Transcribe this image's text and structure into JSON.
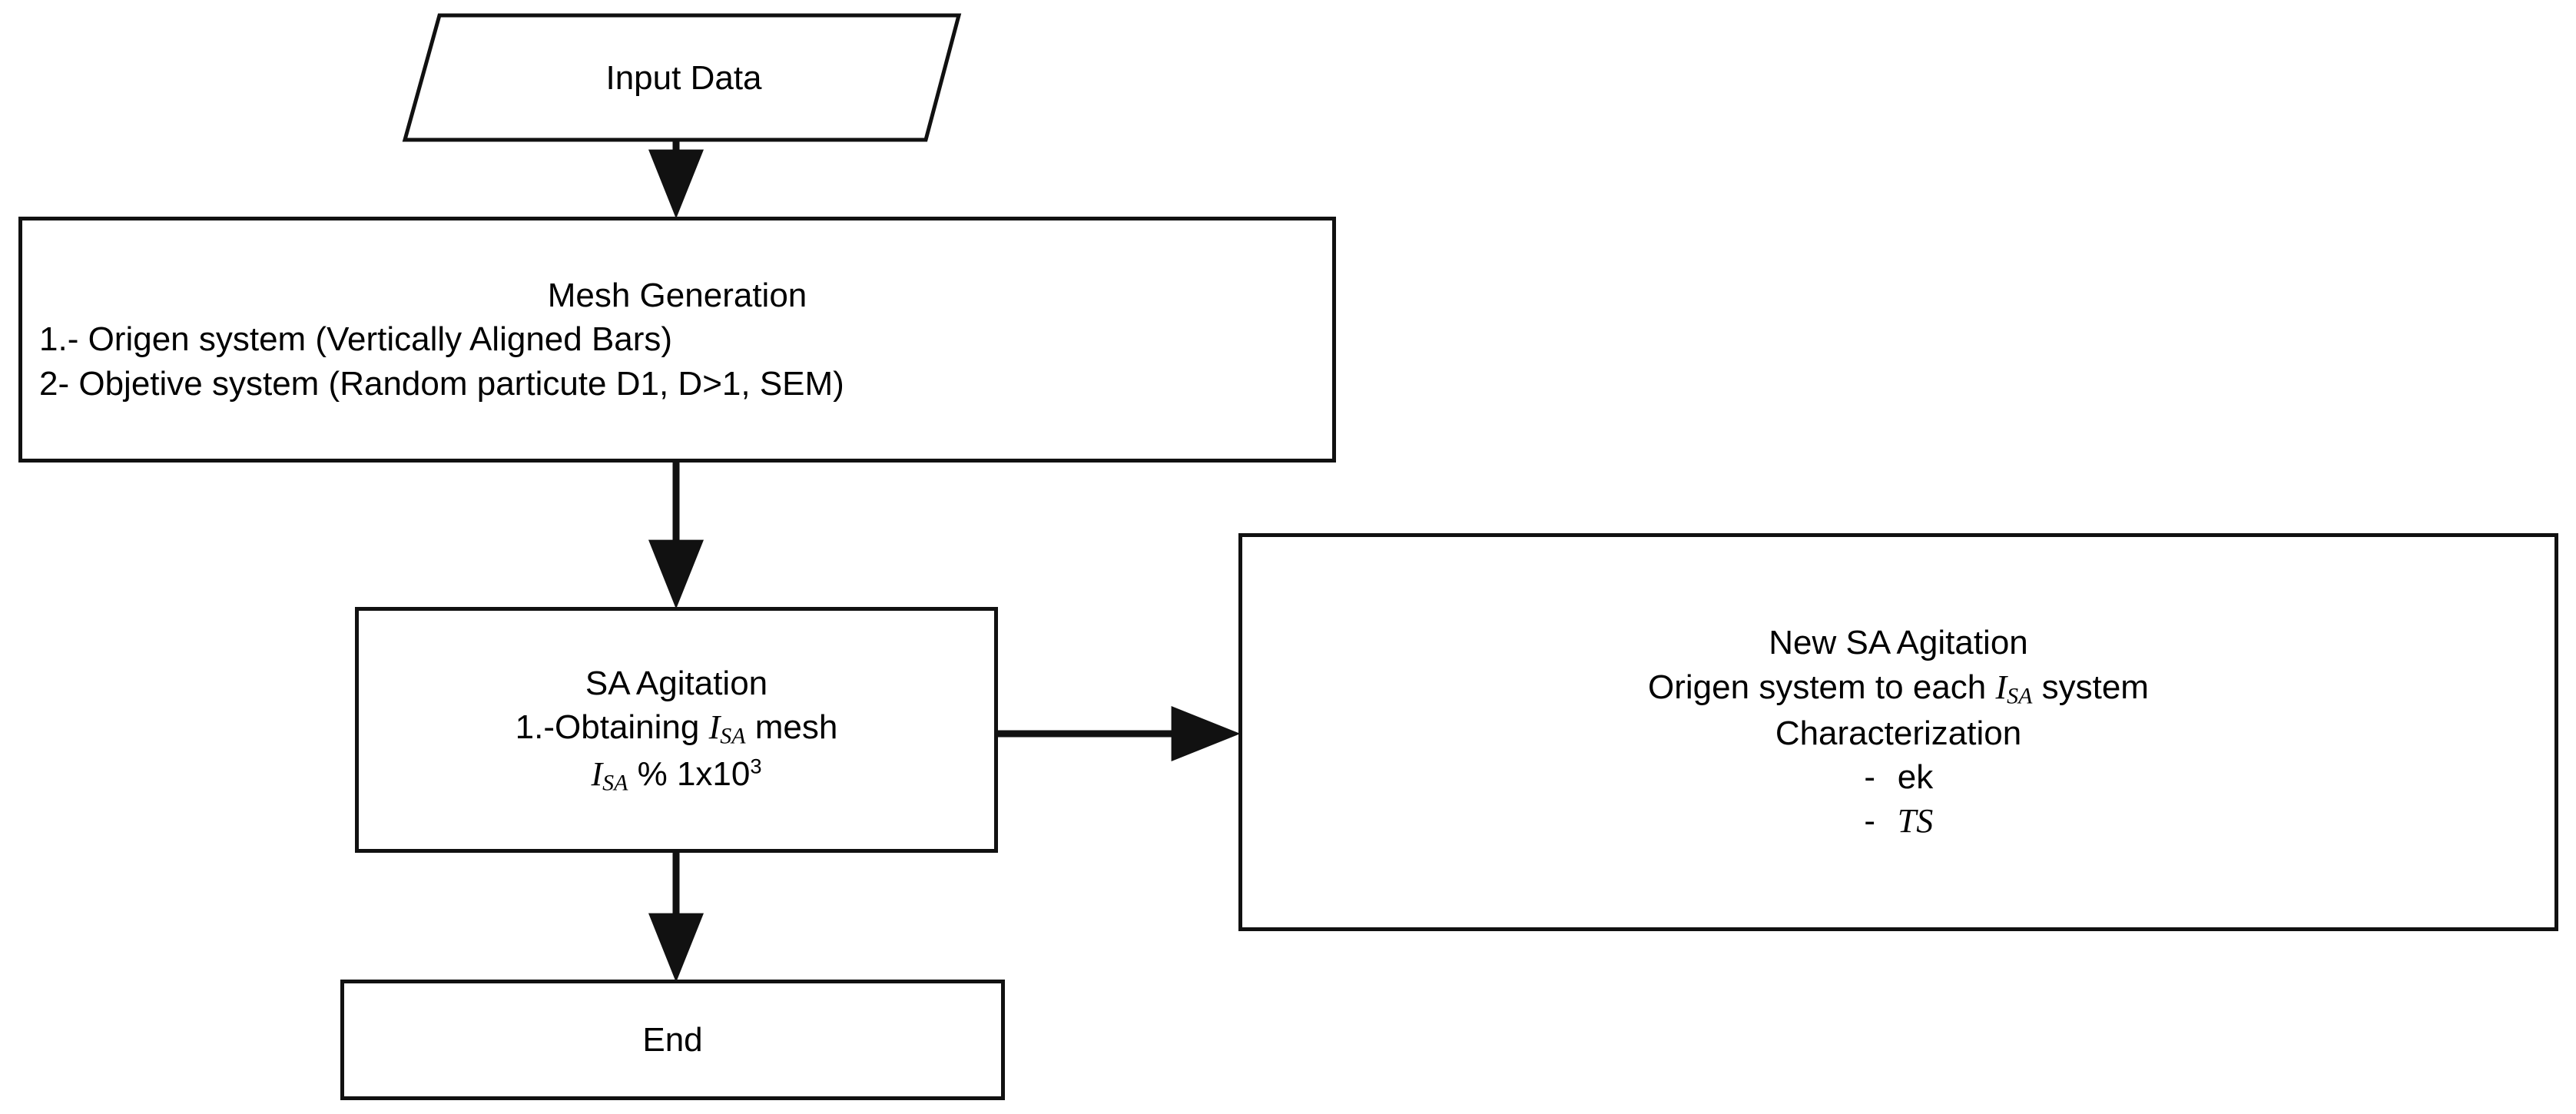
{
  "diagram": {
    "title": "Simulated Annealing mesh generation flowchart",
    "stroke_color": "#111111",
    "background_color": "#ffffff",
    "nodes": {
      "input_data": {
        "shape": "parallelogram",
        "label": "Input Data"
      },
      "mesh_generation": {
        "shape": "rectangle",
        "title": "Mesh Generation",
        "line1": "1.- Origen system (Vertically Aligned Bars)",
        "line2": "2- Objetive system (Random particute D1, D>1, SEM)"
      },
      "sa_agitation": {
        "shape": "rectangle",
        "title": "SA Agitation",
        "line1_prefix": "1.-Obtaining",
        "line1_var": "I",
        "line1_var_sub": "SA",
        "line1_suffix": "mesh",
        "line2_var": "I",
        "line2_var_sub": "SA",
        "line2_text": "% 1x10",
        "line2_exp": "3"
      },
      "new_sa_agitation": {
        "shape": "rectangle",
        "title": "New SA Agitation",
        "line1_prefix": "Origen system to each",
        "line1_var": "I",
        "line1_var_sub": "SA",
        "line1_suffix": "system",
        "line2": "Characterization",
        "bullets": [
          {
            "dash": "-",
            "text": "ek",
            "italic": false
          },
          {
            "dash": "-",
            "text": "TS",
            "italic": true
          }
        ]
      },
      "end": {
        "shape": "rectangle",
        "label": "End"
      }
    },
    "edges": [
      {
        "name": "input-data-to-mesh-generation",
        "from": "input_data",
        "to": "mesh_generation",
        "direction": "down"
      },
      {
        "name": "mesh-generation-to-sa-agitation",
        "from": "mesh_generation",
        "to": "sa_agitation",
        "direction": "down"
      },
      {
        "name": "sa-agitation-to-new-sa-agitation",
        "from": "sa_agitation",
        "to": "new_sa_agitation",
        "direction": "right"
      },
      {
        "name": "sa-agitation-to-end",
        "from": "sa_agitation",
        "to": "end",
        "direction": "down"
      }
    ]
  }
}
